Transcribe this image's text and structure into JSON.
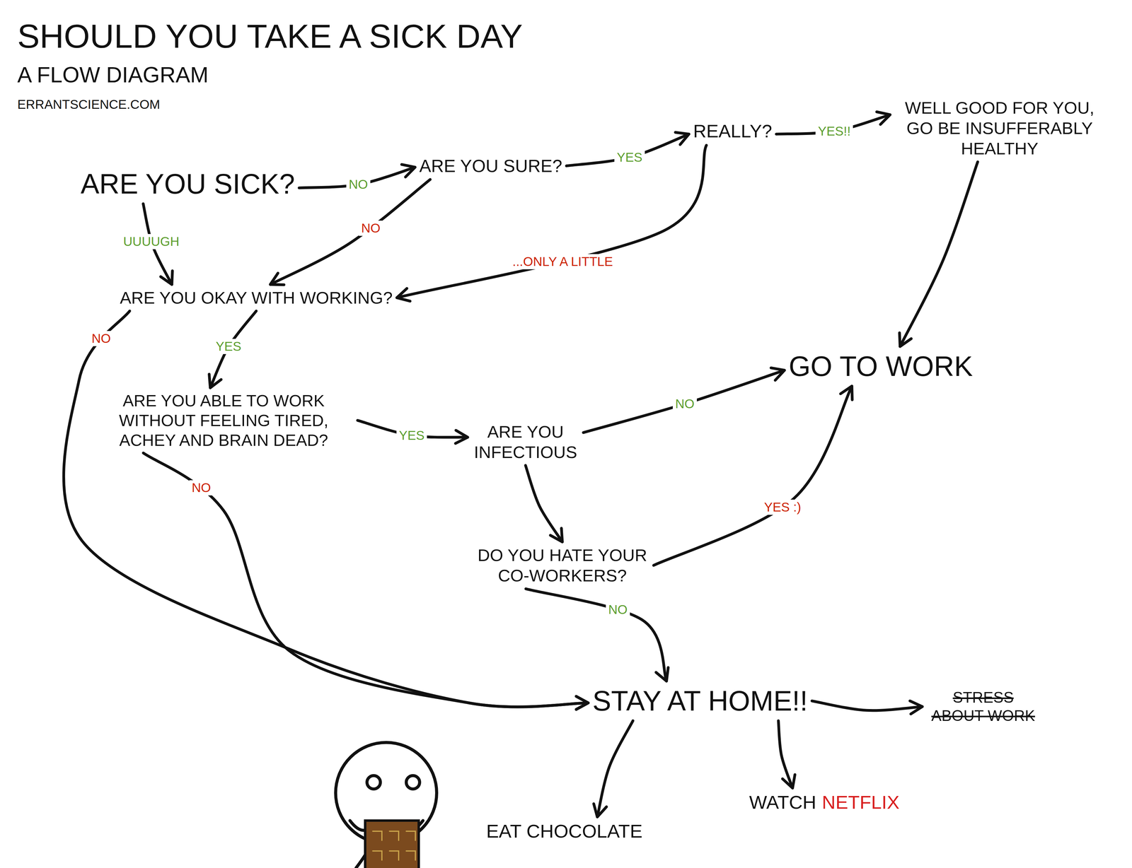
{
  "diagram": {
    "title": "SHOULD YOU TAKE A SICK DAY",
    "nodes": [
      {
        "text": [
          "ARE YOU SICK?"
        ]
      },
      {
        "text": [
          "ARE YOU SURE?"
        ]
      },
      {
        "text": [
          "REALLY?"
        ]
      },
      {
        "text": [
          "WELL GOOD FOR YOU, GO BE INSUFFERABLY HEALTHY"
        ]
      },
      {
        "text": [
          "ARE YOU OKAY WITH WORKING?"
        ]
      },
      {
        "text": [
          "ARE YOU ABLE TO WORK WITHOUT FEELING TIRED, ACHEY AND BRAIN DEAD?"
        ]
      },
      {
        "text": [
          "ARE YOU INFECTIOUS"
        ]
      },
      {
        "text": [
          "GO TO WORK"
        ]
      },
      {
        "text": [
          "DO YOU HATE YOUR CO-WORKERS?"
        ]
      },
      {
        "text": [
          "STAY AT HOME!!"
        ]
      },
      {
        "text": [
          "STRESS ABOUT WORK"
        ]
      },
      {
        "text": [
          "EAT CHOCOLATE"
        ]
      },
      {
        "text": [
          "WATCH",
          "NETFLIX"
        ]
      }
    ],
    "edges": [
      {
        "from": 0,
        "to": 1,
        "label": "NO",
        "arrow": "to"
      },
      {
        "from": 0,
        "to": 4,
        "label": "UUUUGH",
        "arrow": "to"
      },
      {
        "from": 1,
        "to": 2,
        "label": "YES",
        "arrow": "to"
      },
      {
        "from": 1,
        "to": 4,
        "label": "NO",
        "arrow": "to"
      },
      {
        "from": 2,
        "to": 3,
        "label": "YES!!",
        "arrow": "to"
      },
      {
        "from": 2,
        "to": 4,
        "label": "...ONLY A LITTLE",
        "arrow": "to"
      },
      {
        "from": 3,
        "to": 7,
        "arrow": "to"
      },
      {
        "from": 4,
        "to": 9,
        "label": "NO",
        "arrow": "to"
      },
      {
        "from": 4,
        "to": 5,
        "label": "YES",
        "arrow": "to"
      },
      {
        "from": 5,
        "to": 6,
        "label": "YES",
        "arrow": "to"
      },
      {
        "from": 5,
        "to": 9,
        "label": "NO",
        "arrow": "to"
      },
      {
        "from": 6,
        "to": 7,
        "label": "NO",
        "arrow": "to"
      },
      {
        "from": 6,
        "to": 8,
        "arrow": "to"
      },
      {
        "from": 8,
        "to": 7,
        "label": "YES :)",
        "arrow": "to"
      },
      {
        "from": 8,
        "to": 9,
        "label": "NO",
        "arrow": "to"
      },
      {
        "from": 9,
        "to": 10,
        "arrow": "to"
      },
      {
        "from": 9,
        "to": 11,
        "arrow": "to"
      },
      {
        "from": 9,
        "to": 12,
        "arrow": "to"
      }
    ],
    "labels": [
      "A FLOW DIAGRAM",
      "ERRANTSCIENCE.COM"
    ]
  }
}
